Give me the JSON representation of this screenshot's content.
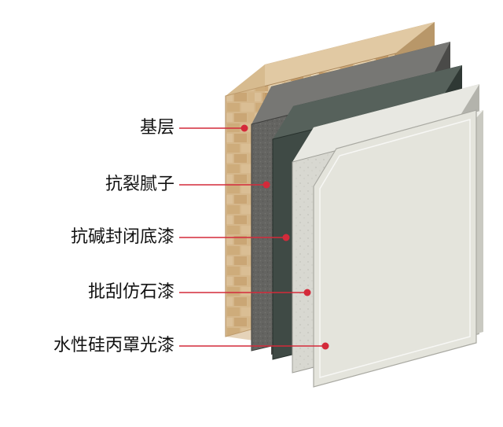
{
  "layers": [
    {
      "label": "基层",
      "color": "#d9b98c"
    },
    {
      "label": "抗裂腻子",
      "color": "#5f5f5c"
    },
    {
      "label": "抗碱封闭底漆",
      "color": "#3f4a45"
    },
    {
      "label": "批刮仿石漆",
      "color": "#cfcfc8"
    },
    {
      "label": "水性硅丙罩光漆",
      "color": "#e4e4dc"
    }
  ],
  "colors": {
    "leader_line": "#d42a3a",
    "marker": "#d42a3a"
  }
}
